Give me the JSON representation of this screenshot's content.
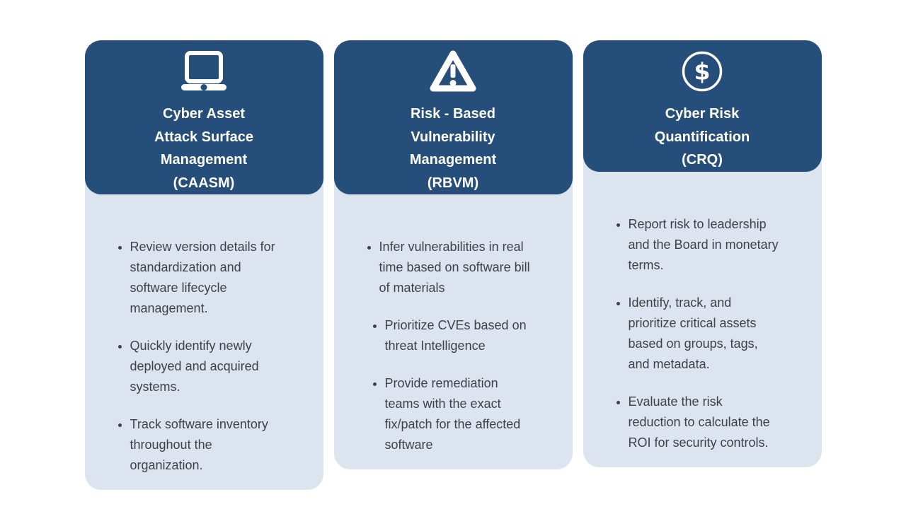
{
  "theme": {
    "header_blue": "#254E7B",
    "body_blue": "#DCE4F0",
    "title_color": "#FFFFFF",
    "text_color": "#3E4145",
    "background": "#FFFFFF"
  },
  "cards": [
    {
      "id": "caasm",
      "icon": "laptop-icon",
      "title": "Cyber Asset\nAttack Surface\nManagement\n(CAASM)",
      "bullets": [
        "Review version details for\nstandardization and\nsoftware lifecycle\nmanagement.",
        "Quickly identify newly\ndeployed and acquired\nsystems.",
        "Track software inventory\nthroughout the\norganization."
      ]
    },
    {
      "id": "rbvm",
      "icon": "warning-triangle-icon",
      "title": "Risk - Based\nVulnerability\nManagement\n(RBVM)",
      "bullets": [
        "Infer vulnerabilities in real\ntime based on software bill\nof materials",
        "Prioritize CVEs based on\nthreat Intelligence",
        "Provide remediation\nteams with the exact\nfix/patch for the affected\nsoftware"
      ]
    },
    {
      "id": "crq",
      "icon": "dollar-circle-icon",
      "title": "Cyber Risk\nQuantification\n(CRQ)",
      "bullets": [
        "Report risk to leadership\nand the Board in monetary\nterms.",
        "Identify, track, and\nprioritize critical assets\nbased on groups, tags,\nand metadata.",
        "Evaluate the risk\nreduction to calculate the\nROI for security controls."
      ]
    }
  ]
}
